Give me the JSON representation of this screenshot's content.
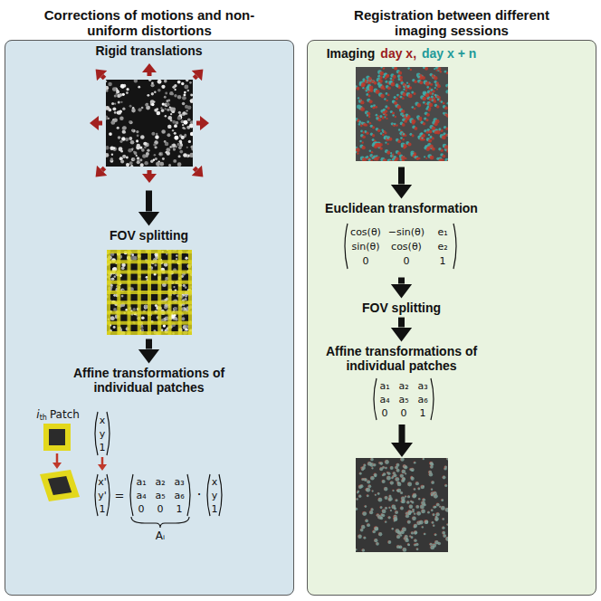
{
  "diagram": {
    "nodes": [
      {
        "text": [
          "Corrections of motions and non-uniform distortions"
        ]
      },
      {
        "text": [
          "Rigid translations"
        ],
        "in": 0
      },
      {
        "text": [
          "FOV splitting"
        ],
        "in": 0
      },
      {
        "text": [
          "Affine transformations of individual patches"
        ],
        "in": 0
      },
      {
        "text": [
          "Registration between different imaging sessions"
        ]
      },
      {
        "text": [
          "Imaging",
          "day x,",
          "day x + n"
        ],
        "in": 4
      },
      {
        "text": [
          "Euclidean transformation"
        ],
        "in": 4
      },
      {
        "text": [
          "FOV splitting"
        ],
        "in": 4
      },
      {
        "text": [
          "Affine transformations of individual patches"
        ],
        "in": 4
      }
    ],
    "edges": [
      {
        "from": 1,
        "to": 2,
        "arrow": "to"
      },
      {
        "from": 2,
        "to": 3,
        "arrow": "to"
      },
      {
        "from": 5,
        "to": 6,
        "arrow": "to"
      },
      {
        "from": 6,
        "to": 7,
        "arrow": "to"
      },
      {
        "from": 7,
        "to": 8,
        "arrow": "to"
      }
    ],
    "labels": [
      "i",
      "th",
      "Patch",
      "x",
      "y",
      "1",
      "x'",
      "y'",
      "1",
      "=",
      "a₁",
      "a₂",
      "a₃",
      "a₄",
      "a₅",
      "a₆",
      "0",
      "0",
      "1",
      "·",
      "x",
      "y",
      "1",
      "Aᵢ",
      "cos(θ)",
      "−sin(θ)",
      "e₁",
      "sin(θ)",
      "cos(θ)",
      "e₂",
      "0",
      "0",
      "1",
      "a₁",
      "a₂",
      "a₃",
      "a₄",
      "a₅",
      "a₆",
      "0",
      "0",
      "1"
    ]
  }
}
